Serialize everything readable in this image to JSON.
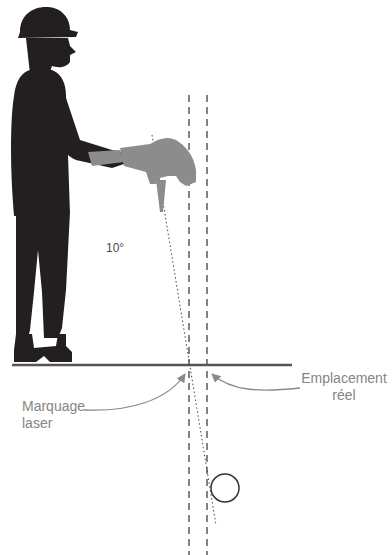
{
  "diagram": {
    "labels": [
      "10°",
      "Marquage laser",
      "Emplacement réel"
    ]
  }
}
